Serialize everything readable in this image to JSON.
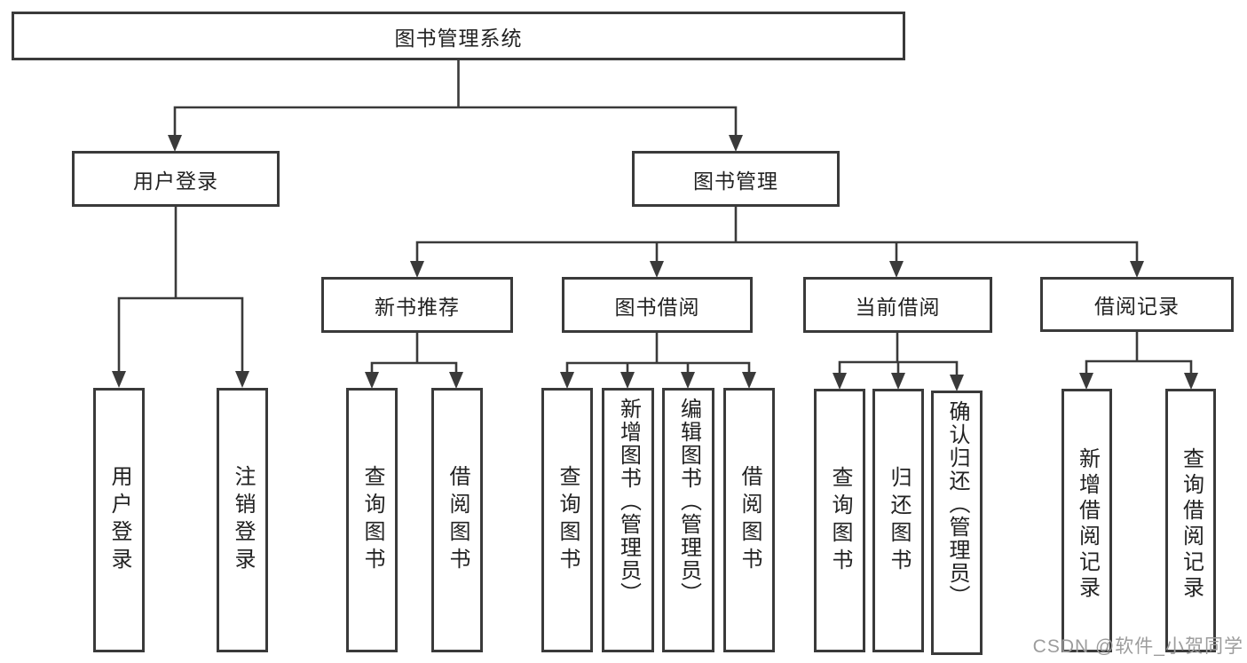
{
  "diagram": {
    "type": "hierarchy-tree",
    "watermark": "CSDN @软件_小贺同学",
    "colors": {
      "line": "#3a3a3a",
      "text": "#222222",
      "box_bg": "#ffffff",
      "page_bg": "#ffffff",
      "watermark": "#9c9c9c"
    },
    "nodes": {
      "root": {
        "label": "图书管理系统"
      },
      "user_login": {
        "label": "用户登录"
      },
      "book_mgmt": {
        "label": "图书管理"
      },
      "new_book_rec": {
        "label": "新书推荐"
      },
      "book_borrow": {
        "label": "图书借阅"
      },
      "current_borrow": {
        "label": "当前借阅"
      },
      "borrow_record": {
        "label": "借阅记录"
      },
      "login_leaf": {
        "label": "用户登录"
      },
      "logout_leaf": {
        "label": "注销登录"
      },
      "rec_query": {
        "label": "查询图书"
      },
      "rec_borrow": {
        "label": "借阅图书"
      },
      "bb_query": {
        "label": "查询图书"
      },
      "bb_add": {
        "label": "新增图书（管理员）"
      },
      "bb_edit": {
        "label": "编辑图书（管理员）"
      },
      "bb_borrow": {
        "label": "借阅图书"
      },
      "cb_query": {
        "label": "查询图书"
      },
      "cb_return": {
        "label": "归还图书"
      },
      "cb_confirm": {
        "label": "确认归还（管理员）"
      },
      "br_add": {
        "label": "新增借阅记录"
      },
      "br_query": {
        "label": "查询借阅记录"
      }
    },
    "edges": [
      [
        "root",
        "user_login"
      ],
      [
        "root",
        "book_mgmt"
      ],
      [
        "user_login",
        "login_leaf"
      ],
      [
        "user_login",
        "logout_leaf"
      ],
      [
        "book_mgmt",
        "new_book_rec"
      ],
      [
        "book_mgmt",
        "book_borrow"
      ],
      [
        "book_mgmt",
        "current_borrow"
      ],
      [
        "book_mgmt",
        "borrow_record"
      ],
      [
        "new_book_rec",
        "rec_query"
      ],
      [
        "new_book_rec",
        "rec_borrow"
      ],
      [
        "book_borrow",
        "bb_query"
      ],
      [
        "book_borrow",
        "bb_add"
      ],
      [
        "book_borrow",
        "bb_edit"
      ],
      [
        "book_borrow",
        "bb_borrow"
      ],
      [
        "current_borrow",
        "cb_query"
      ],
      [
        "current_borrow",
        "cb_return"
      ],
      [
        "current_borrow",
        "cb_confirm"
      ],
      [
        "borrow_record",
        "br_add"
      ],
      [
        "borrow_record",
        "br_query"
      ]
    ]
  }
}
